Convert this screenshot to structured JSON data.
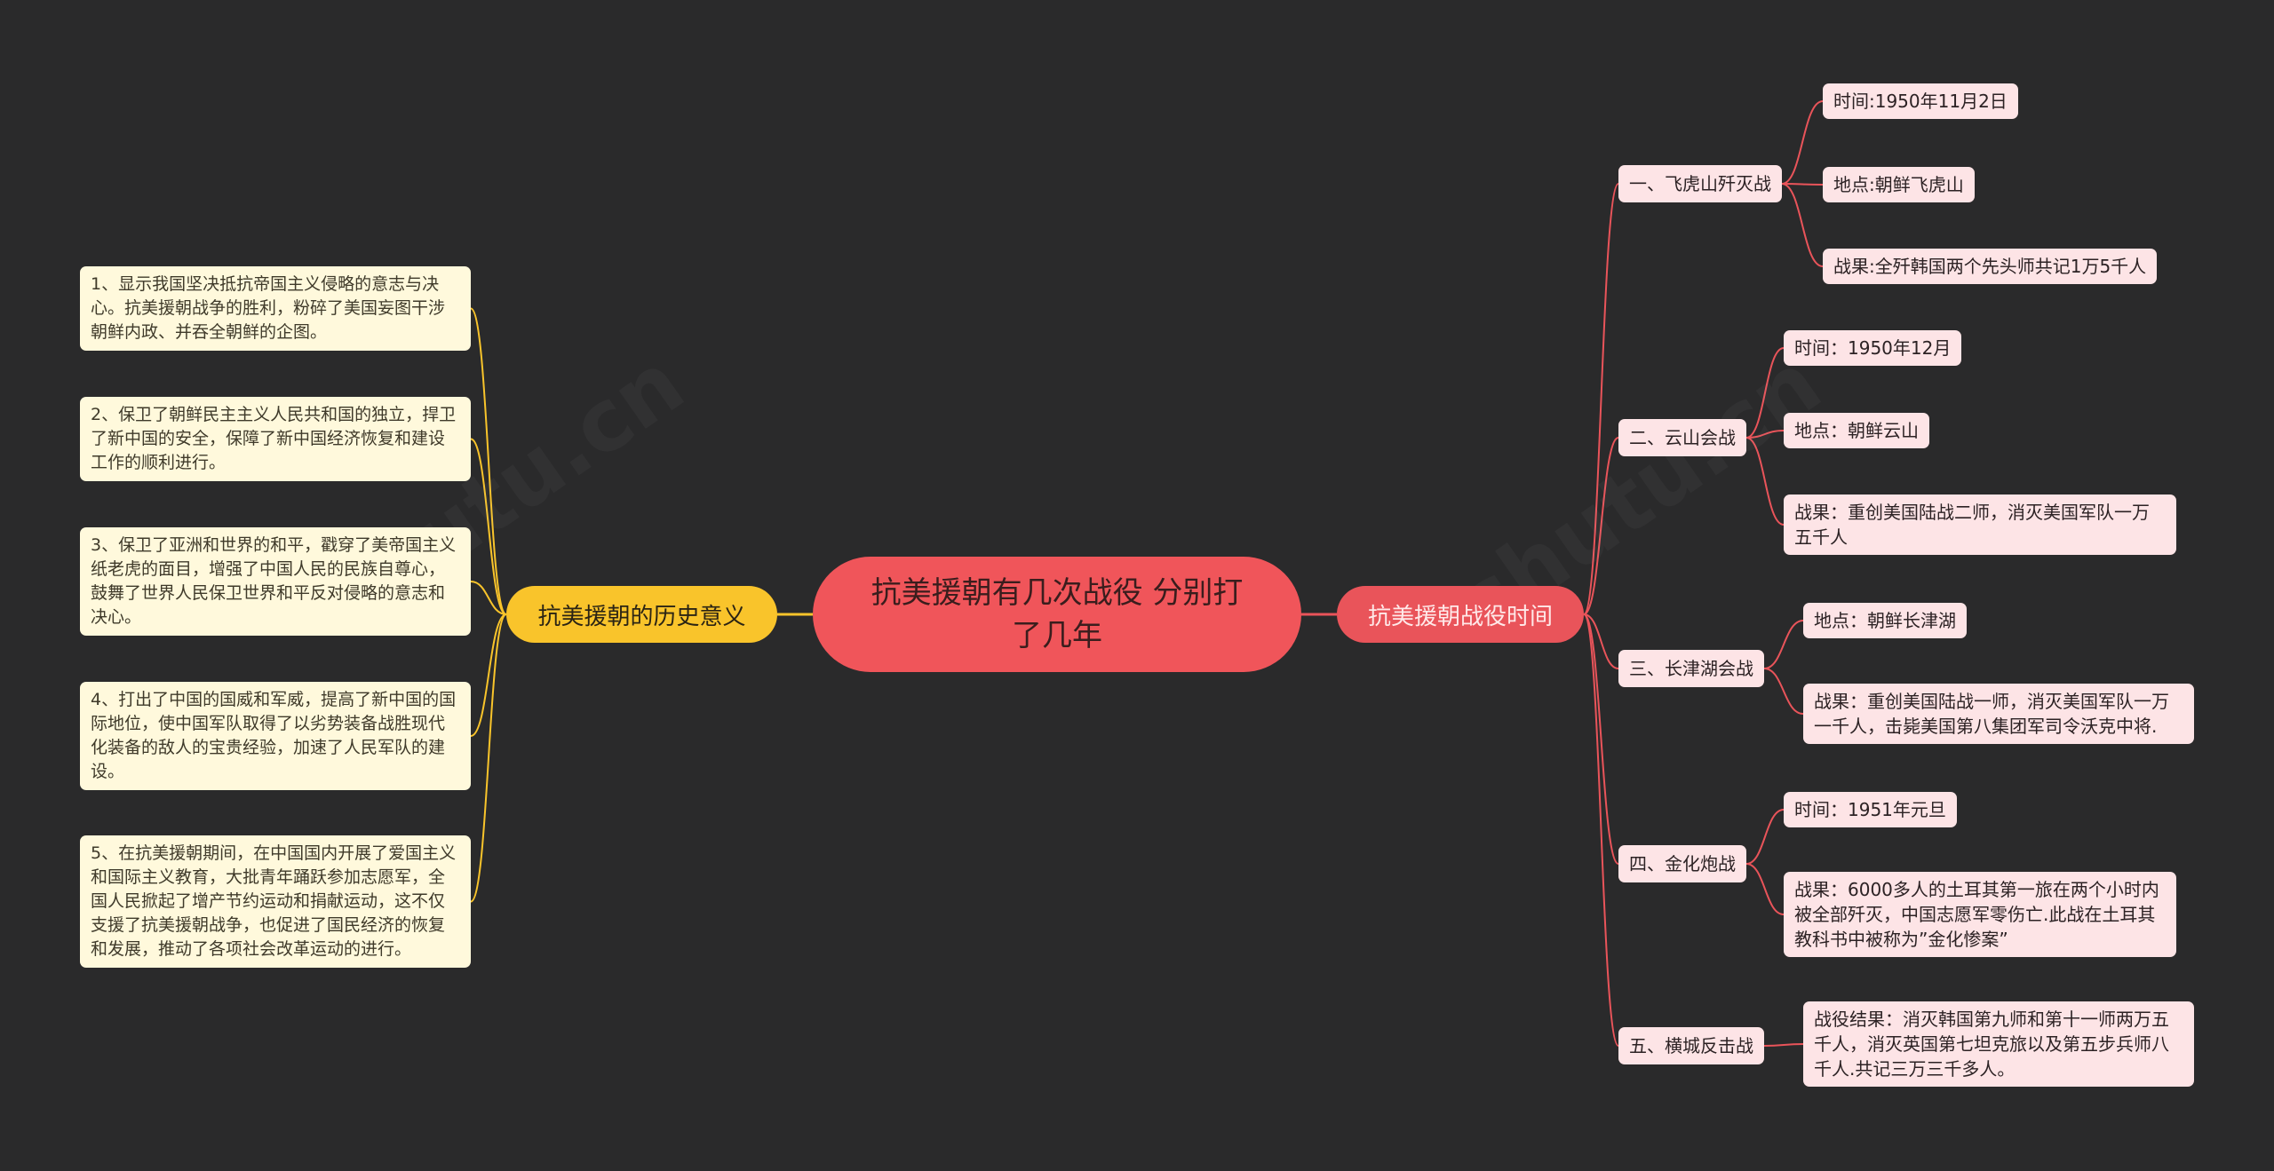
{
  "root": {
    "title": "抗美援朝有几次战役 分别打了几年"
  },
  "left": {
    "title": "抗美援朝的历史意义",
    "notes": [
      "1、显示我国坚决抵抗帝国主义侵略的意志与决心。抗美援朝战争的胜利，粉碎了美国妄图干涉朝鲜内政、并吞全朝鲜的企图。",
      "2、保卫了朝鲜民主主义人民共和国的独立，捍卫了新中国的安全，保障了新中国经济恢复和建设工作的顺利进行。",
      "3、保卫了亚洲和世界的和平，戳穿了美帝国主义纸老虎的面目，增强了中国人民的民族自尊心，鼓舞了世界人民保卫世界和平反对侵略的意志和决心。",
      "4、打出了中国的国威和军威，提高了新中国的国际地位，使中国军队取得了以劣势装备战胜现代化装备的敌人的宝贵经验，加速了人民军队的建设。",
      "5、在抗美援朝期间，在中国国内开展了爱国主义和国际主义教育，大批青年踊跃参加志愿军，全国人民掀起了增产节约运动和捐献运动，这不仅支援了抗美援朝战争，也促进了国民经济的恢复和发展，推动了各项社会改革运动的进行。"
    ]
  },
  "right": {
    "title": "抗美援朝战役时间",
    "battles": [
      {
        "name": "一、飞虎山歼灭战",
        "details": [
          "时间:1950年11月2日",
          "地点:朝鲜飞虎山",
          "战果:全歼韩国两个先头师共记1万5千人"
        ]
      },
      {
        "name": "二、云山会战",
        "details": [
          "时间：1950年12月",
          "地点：朝鲜云山",
          "战果：重创美国陆战二师，消灭美国军队一万五千人"
        ]
      },
      {
        "name": "三、长津湖会战",
        "details": [
          "地点：朝鲜长津湖",
          "战果：重创美国陆战一师，消灭美国军队一万一千人，击毙美国第八集团军司令沃克中将."
        ]
      },
      {
        "name": "四、金化炮战",
        "details": [
          "时间：1951年元旦",
          "战果：6000多人的土耳其第一旅在两个小时内被全部歼灭，中国志愿军零伤亡.此战在土耳其教科书中被称为”金化惨案”"
        ]
      },
      {
        "name": "五、横城反击战",
        "details": [
          "战役结果：消灭韩国第九师和第十一师两万五千人，消灭英国第七坦克旅以及第五步兵师八千人.共记三万三千多人。"
        ]
      }
    ]
  },
  "colors": {
    "background": "#2a2a2b",
    "root": "#f0555a",
    "left_branch": "#f9c42b",
    "right_branch": "#e9545a",
    "note_bg": "#fff9dc",
    "detail_bg": "#fde4e6"
  }
}
